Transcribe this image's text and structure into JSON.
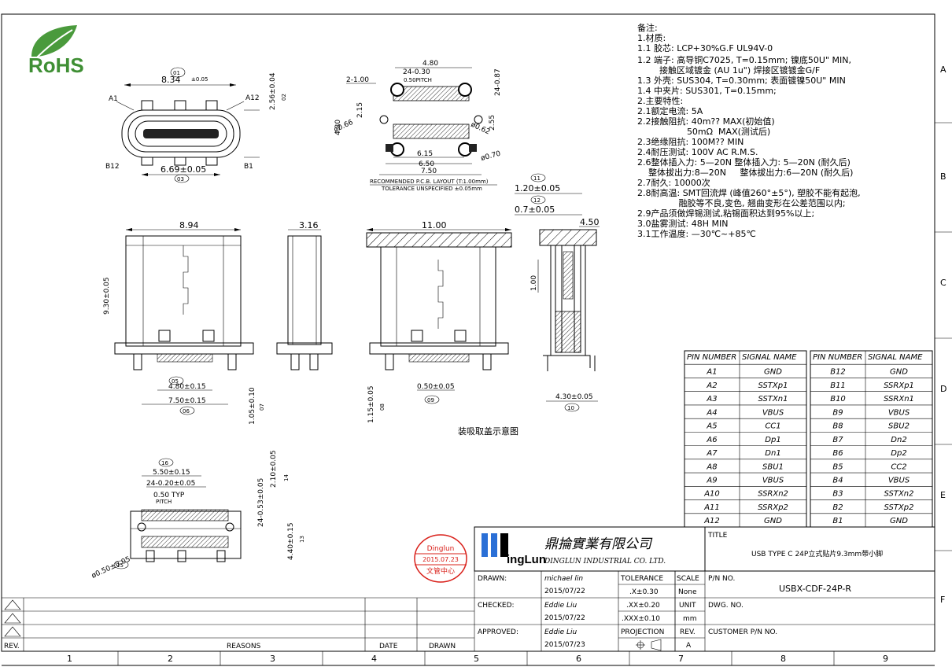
{
  "logo_rohs": "RoHS",
  "zones_right": [
    "A",
    "B",
    "C",
    "D",
    "E",
    "F"
  ],
  "zones_bottom": [
    "1",
    "2",
    "3",
    "4",
    "5",
    "6",
    "7",
    "8",
    "9"
  ],
  "dims": {
    "d01": "01",
    "d02": "02",
    "d03": "03",
    "d05": "05",
    "d06": "06",
    "d07": "07",
    "d08": "08",
    "d09": "09",
    "d10": "10",
    "d11": "11",
    "d12": "12",
    "d13": "13",
    "d14": "14",
    "d15": "15",
    "d16": "16",
    "w834": "8.34",
    "w834tol": "±0.05",
    "a1": "A1",
    "a12": "A12",
    "b12": "B12",
    "b1": "B1",
    "w669": "6.69±0.05",
    "h256": "2.56±0.04",
    "w480": "4.80",
    "w24x030": "24-0.30",
    "w050p": "0.50PITCH",
    "h215": "2.15",
    "h24x087": "24-0.87",
    "h430": "4.30",
    "h255": "2.55",
    "d066": "ø0.66",
    "d062": "ø0.62",
    "w615": "6.15",
    "w650": "6.50",
    "w750": "7.50",
    "d070": "ø0.70",
    "h2x100": "2-1.00",
    "pcb1": "RECOMMENDED  P.C.B. LAYOUT (T:1.00mm)",
    "pcb2": "TOLERANCE  UNSPECIFIED  ±0.05mm",
    "w894": "8.94",
    "w316": "3.16",
    "w1100": "11.00",
    "w120": "1.20±0.05",
    "w070": "0.7±0.05",
    "w450": "4.50",
    "h100": "1.00",
    "h930": "9.30±0.05",
    "w480b": "4.80±0.15",
    "w750b": "7.50±0.15",
    "h105": "1.05±0.10",
    "h115": "1.15±0.05",
    "w050b": "0.50±0.05",
    "w430": "4.30±0.05",
    "caption": "装吸取盖示意图",
    "w550": "5.50±0.15",
    "w24x020": "24-0.20±0.05",
    "w050typ": "0.50 TYP",
    "pitch": "PITCH",
    "h24x053": "24-0.53±0.05",
    "h210": "2.10±0.05",
    "h440": "4.40±0.15",
    "d050": "ø0.50±0.05"
  },
  "notes": [
    "备注:",
    "1.材质:",
    "1.1  胶芯: LCP+30%G.F  UL94V-0",
    "1.2  端子: 高导铜C7025, T=0.15mm; 镍底50U\" MIN,",
    "        接触区域镀金 (AU 1u\") 焊接区镀镀金G/F",
    "1.3  外壳: SUS304, T=0.30mm; 表面镀镍50U\"  MIN",
    "1.4  中夹片: SUS301, T=0.15mm;",
    "2.主要特性:",
    "2.1额定电流: 5A",
    "2.2接触阻抗: 40m?? MAX(初始值)",
    "                  50mΩ  MAX(测试后)",
    "2.3绝缘阻抗: 100M?? MIN",
    "2.4耐压测试: 100V  AC  R.M.S.",
    "2.6整体插入力: 5—20N    整体插入力: 5—20N (耐久后)",
    "    整体拔出力:8—20N     整体拔出力:6—20N (耐久后)",
    "2.7耐久: 10000次",
    "2.8耐高温: SMT回流焊 (峰值260°±5°), 塑胶不能有起泡,",
    "               融胶等不良,变色, 翘曲变形在公差范围以内;",
    "2.9产品须做焊锡测试,粘锡面积达到95%以上;",
    "3.0盐雾测试: 48H  MIN",
    "3.1工作温度: —30℃~+85℃"
  ],
  "pin_table": {
    "headers": [
      "PIN NUMBER",
      "SIGNAL NAME",
      "PIN NUMBER",
      "SIGNAL NAME"
    ],
    "rows": [
      [
        "A1",
        "GND",
        "B12",
        "GND"
      ],
      [
        "A2",
        "SSTXp1",
        "B11",
        "SSRXp1"
      ],
      [
        "A3",
        "SSTXn1",
        "B10",
        "SSRXn1"
      ],
      [
        "A4",
        "VBUS",
        "B9",
        "VBUS"
      ],
      [
        "A5",
        "CC1",
        "B8",
        "SBU2"
      ],
      [
        "A6",
        "Dp1",
        "B7",
        "Dn2"
      ],
      [
        "A7",
        "Dn1",
        "B6",
        "Dp2"
      ],
      [
        "A8",
        "SBU1",
        "B5",
        "CC2"
      ],
      [
        "A9",
        "VBUS",
        "B4",
        "VBUS"
      ],
      [
        "A10",
        "SSRXn2",
        "B3",
        "SSTXn2"
      ],
      [
        "A11",
        "SSRXp2",
        "B2",
        "SSTXp2"
      ],
      [
        "A12",
        "GND",
        "B1",
        "GND"
      ]
    ]
  },
  "stamp": {
    "l1": "Dinglun",
    "l2": "2015.07.23",
    "l3": "文管中心",
    "color": "#d9201a"
  },
  "company": {
    "logo": "ingLun",
    "cn": "鼎掄實業有限公司",
    "en": "DINGLUN INDUSTRIAL CO. LTD.",
    "accent": "#2a6fd6"
  },
  "title_block": {
    "drawn_label": "DRAWN:",
    "drawn_name": "michael lin",
    "drawn_date": "2015/07/22",
    "checked_label": "CHECKED:",
    "checked_name": "Eddie Liu",
    "checked_date": "2015/07/22",
    "approved_label": "APPROVED:",
    "approved_name": "Eddie Liu",
    "approved_date": "2015/07/23",
    "tolerance": "TOLERANCE",
    "tol1": ".X±0.30",
    "tol2": ".XX±0.20",
    "tol3": ".XXX±0.10",
    "projection": "PROJECTION",
    "scale_label": "SCALE",
    "scale": "None",
    "unit_label": "UNIT",
    "unit": "mm",
    "rev_label": "REV.",
    "rev": "A",
    "title_label": "TITLE",
    "title": "USB TYPE C 24P立式贴片9.3mm带小脚",
    "pn_label": "P/N NO.",
    "pn": "USBX-CDF-24P-R",
    "dwg_label": "DWG. NO.",
    "cust_label": "CUSTOMER P/N NO."
  },
  "rev_table": {
    "rev": "REV.",
    "reasons": "REASONS",
    "date": "DATE",
    "drawn": "DRAWN"
  }
}
